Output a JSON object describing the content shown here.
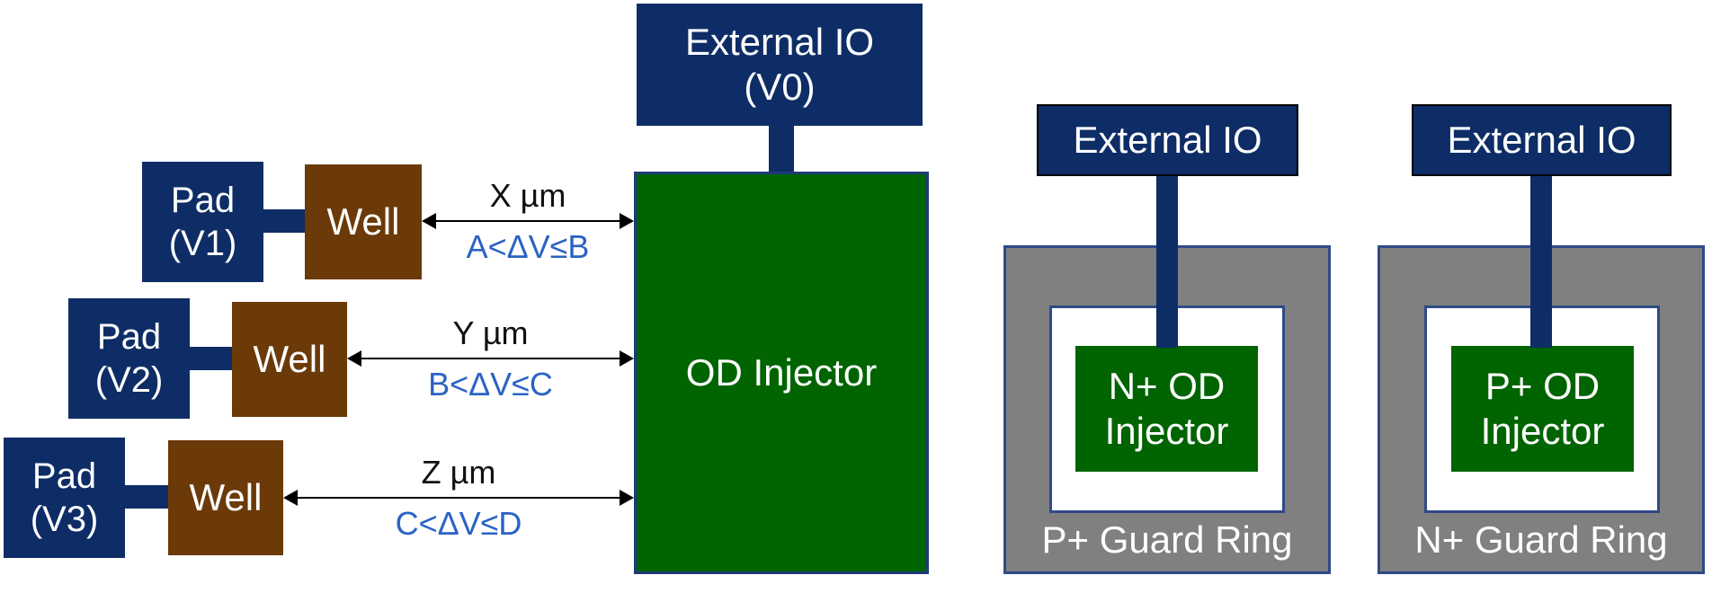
{
  "external_io_v0": "External IO\n(V0)",
  "od_injector": "OD Injector",
  "rows": [
    {
      "pad": "Pad\n(V1)",
      "well": "Well",
      "distance": "X µm",
      "delta_v": "A<ΔV≤B"
    },
    {
      "pad": "Pad\n(V2)",
      "well": "Well",
      "distance": "Y µm",
      "delta_v": "B<ΔV≤C"
    },
    {
      "pad": "Pad\n(V3)",
      "well": "Well",
      "distance": "Z µm",
      "delta_v": "C<ΔV≤D"
    }
  ],
  "right_blocks": [
    {
      "external_io": "External IO",
      "injector": "N+ OD\nInjector",
      "guard_ring": "P+ Guard Ring"
    },
    {
      "external_io": "External IO",
      "injector": "P+ OD\nInjector",
      "guard_ring": "N+ Guard Ring"
    }
  ]
}
